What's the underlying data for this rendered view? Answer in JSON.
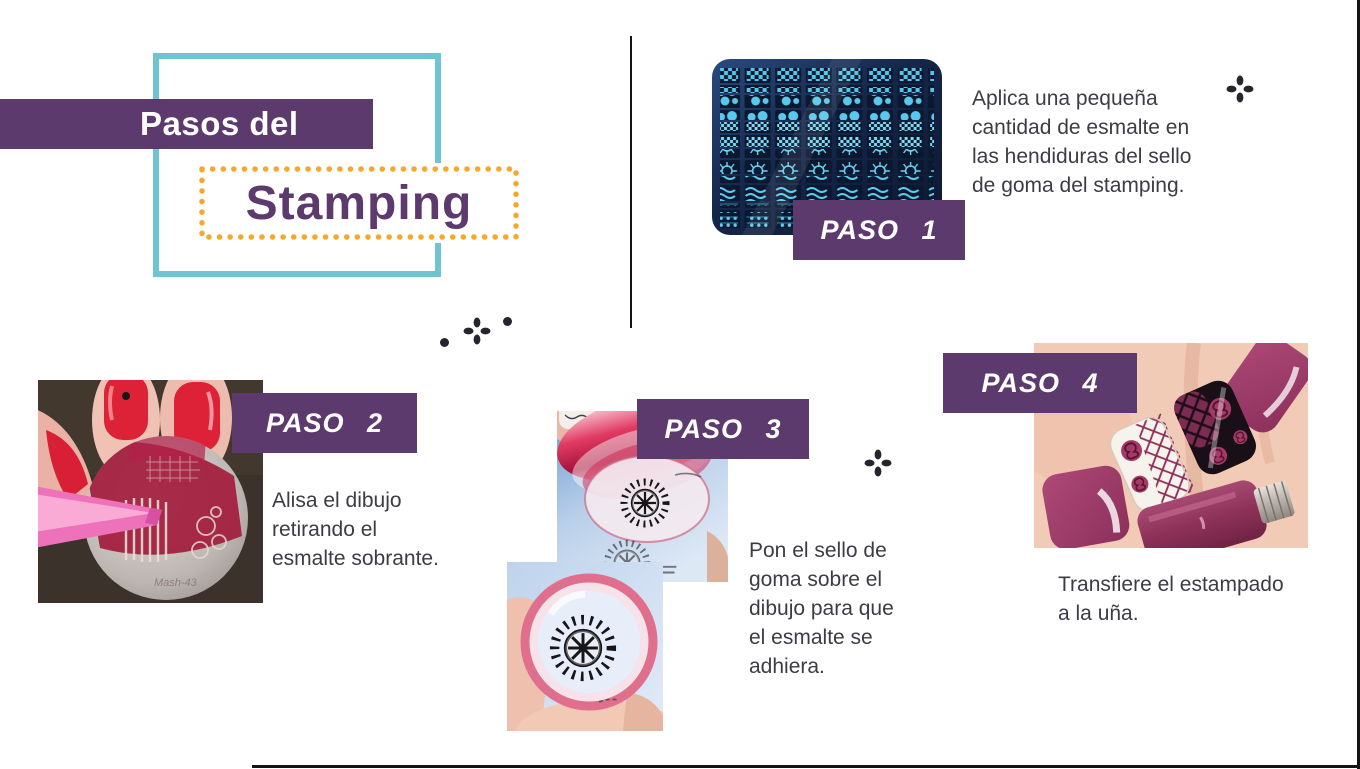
{
  "slide": {
    "title": {
      "prefix": "Pasos del",
      "main": "Stamping"
    },
    "steps": [
      {
        "label": "PASO 1",
        "description": "Aplica una pequeña\ncantidad de esmalte en\nlas hendiduras del sello\nde goma del stamping.",
        "image": "blue-stamping-plate"
      },
      {
        "label": "PASO 2",
        "description": "Alisa el dibujo\nretirando el\nesmalte sobrante.",
        "image": "scraper-smoothing-plate",
        "watermark": "Mash-43"
      },
      {
        "label": "PASO 3",
        "description": "Pon el sello de\ngoma sobre el\ndibujo para que\nel esmalte se\nadhiera.",
        "image": "rubber-stamper-picking-design"
      },
      {
        "label": "PASO 4",
        "description": "Transfiere el estampado\na la uña.",
        "image": "finished-stamped-nails"
      }
    ],
    "colors": {
      "purple": "#5d3a6e",
      "teal": "#6ec4d1",
      "orange": "#f6a82b",
      "body_text": "#3e3b45",
      "line": "#141414"
    },
    "icons": {
      "plus": "dotted-plus-icon",
      "dot": "dot-icon"
    }
  }
}
